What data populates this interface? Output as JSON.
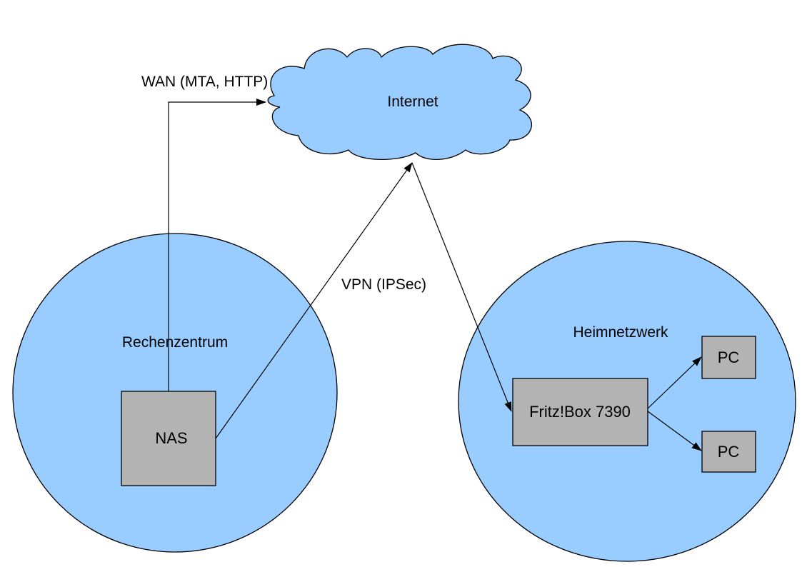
{
  "diagram": {
    "cloud": {
      "label": "Internet"
    },
    "zones": {
      "datacenter": {
        "label": "Rechenzentrum"
      },
      "home": {
        "label": "Heimnetzwerk"
      }
    },
    "nodes": {
      "nas": {
        "label": "NAS"
      },
      "router": {
        "label": "Fritz!Box 7390"
      },
      "pc1": {
        "label": "PC"
      },
      "pc2": {
        "label": "PC"
      }
    },
    "links": {
      "wan": {
        "label": "WAN (MTA, HTTP)"
      },
      "vpn": {
        "label": "VPN (IPSec)"
      }
    },
    "colors": {
      "zone_fill": "#99ccff",
      "cloud_fill": "#99ccff",
      "node_fill": "#b3b3b3",
      "stroke": "#000000"
    }
  }
}
